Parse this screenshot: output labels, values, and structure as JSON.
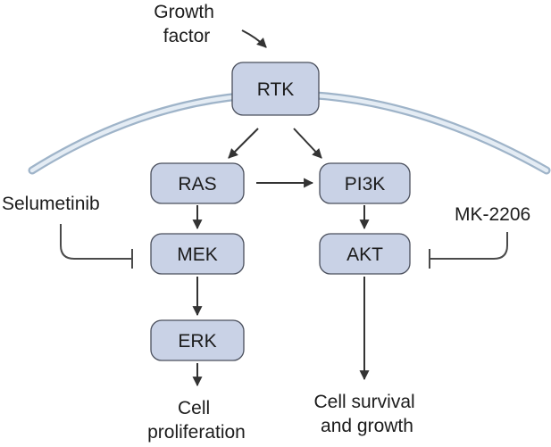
{
  "nodes": {
    "rtk": "RTK",
    "ras": "RAS",
    "pi3k": "PI3K",
    "mek": "MEK",
    "akt": "AKT",
    "erk": "ERK"
  },
  "labels": {
    "growth_factor": [
      "Growth",
      "factor"
    ],
    "selumetinib": "Selumetinib",
    "mk2206": "MK-2206",
    "cell_proliferation": [
      "Cell",
      "proliferation"
    ],
    "cell_survival": [
      "Cell survival",
      "and growth"
    ]
  },
  "colors": {
    "node_fill": "#c9d2e6",
    "node_stroke": "#4a4f5c",
    "membrane": "#b7c8da"
  }
}
